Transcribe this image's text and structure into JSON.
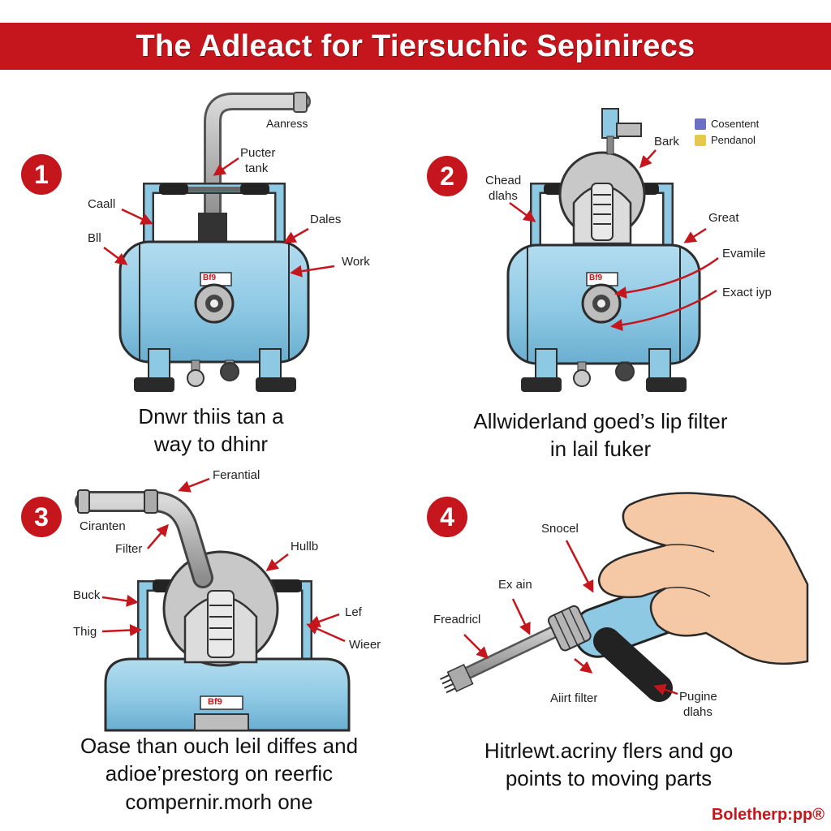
{
  "title": "The Adleact for Tiersuchic Sepinirecs",
  "colors": {
    "brand_red": "#c4161c",
    "tank_blue": "#8ec9e4",
    "metal_gray": "#9a9a9a",
    "skin": "#f6c9a6"
  },
  "legend": [
    {
      "label": "Cosentent",
      "icon": "info-swatch",
      "color": "#6b6fc2"
    },
    {
      "label": "Pendanol",
      "icon": "bulb-swatch",
      "color": "#e6c84a"
    }
  ],
  "steps": [
    {
      "number": "1",
      "labels": [
        "Aanress",
        "Pucter",
        "tank",
        "Caall",
        "Dales",
        "Bll",
        "Work"
      ],
      "caption": [
        "Dnwr thiis tan a",
        "way to dhinr"
      ]
    },
    {
      "number": "2",
      "labels": [
        "Bark",
        "Chead",
        "dlahs",
        "Great",
        "Evamile",
        "Exact iyp"
      ],
      "caption": [
        "Allwiderland goed’s lip filter",
        "in lail fuker"
      ]
    },
    {
      "number": "3",
      "labels": [
        "Ferantial",
        "Ciranten",
        "Filter",
        "Hullb",
        "Buck",
        "Lef",
        "Thig",
        "Wieer"
      ],
      "caption": [
        "Oase than ouch leil diffes and",
        "adioe’prestorg on reerfic",
        "compernir.morh one"
      ]
    },
    {
      "number": "4",
      "labels": [
        "Snocel",
        "Ex ain",
        "Freadricl",
        "Aiirt filter",
        "Pugine",
        "dlahs"
      ],
      "caption": [
        "Hitrlewt.acriny flers and go",
        "poin⁠ts to moving parts"
      ]
    }
  ],
  "gauge_tag": "Bf9",
  "brand_mark": "Boletherp:pp®"
}
